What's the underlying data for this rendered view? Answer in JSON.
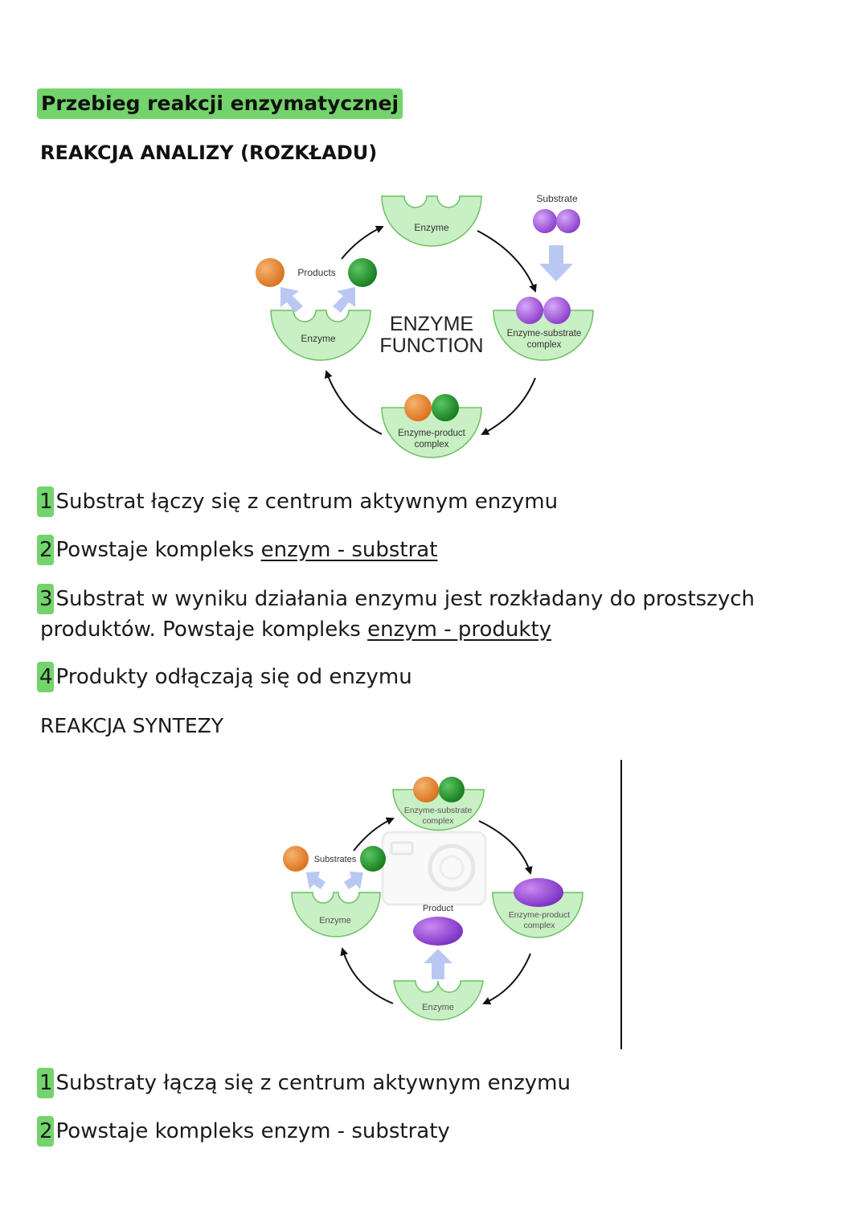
{
  "title": "Przebieg reakcji enzymatycznej",
  "section1": {
    "heading": "REAKCJA ANALIZY (ROZKŁADU)",
    "diagram": {
      "center_line1": "ENZYME",
      "center_line2": "FUNCTION",
      "enzyme_top": "Enzyme",
      "substrate": "Substrate",
      "es_line1": "Enzyme-substrate",
      "es_line2": "complex",
      "ep_line1": "Enzyme-product",
      "ep_line2": "complex",
      "enzyme_left": "Enzyme",
      "products": "Products"
    },
    "steps": [
      {
        "num": "1",
        "text": "Substrat łączy się z centrum aktywnym enzymu"
      },
      {
        "num": "2",
        "text": "Powstaje kompleks ",
        "underlined": "enzym - substrat"
      },
      {
        "num": "3",
        "text": "Substrat w wyniku działania enzymu jest rozkładany do prostszych produktów. Powstaje kompleks ",
        "underlined": "enzym - produkty"
      },
      {
        "num": "4",
        "text": "Produkty odłączają się od enzymu"
      }
    ]
  },
  "section2": {
    "heading": "REAKCJA SYNTEZY",
    "diagram": {
      "es_line1": "Enzyme-substrate",
      "es_line2": "complex",
      "substrates": "Substrates",
      "enzyme_left": "Enzyme",
      "product": "Product",
      "ep_line1": "Enzyme-product",
      "ep_line2": "complex",
      "enzyme_bottom": "Enzyme"
    },
    "steps": [
      {
        "num": "1",
        "text": "Substraty łączą się z centrum aktywnym enzymu"
      },
      {
        "num": "2",
        "text": "Powstaje kompleks enzym - substraty"
      }
    ]
  },
  "colors": {
    "highlight": "#74d46c",
    "enzyme_fill": "#c9efc4",
    "enzyme_stroke": "#6cc063",
    "orange": "#e57f22",
    "green": "#1b8e23",
    "purple": "#9b4fd6",
    "arrow_blue": "#b9c8f3"
  }
}
